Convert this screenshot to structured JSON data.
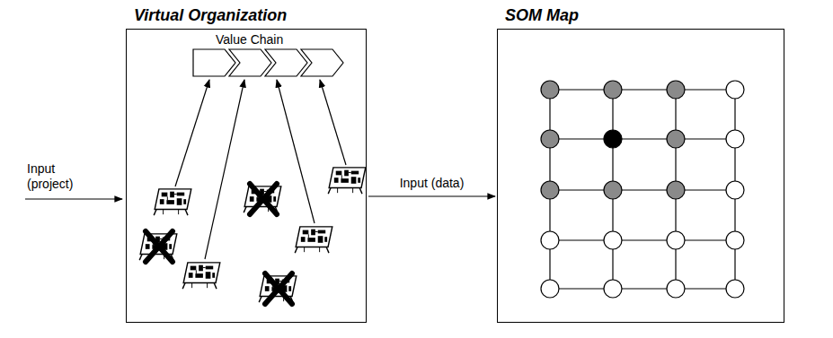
{
  "diagram": {
    "nodes": [
      {
        "text": [
          "Virtual Organization"
        ]
      },
      {
        "text": [
          "SOM Map"
        ]
      }
    ],
    "edges": [
      {
        "from": 0,
        "to": 1,
        "arrow": "to",
        "label": "Input (data)"
      }
    ],
    "labels": [
      "Value Chain",
      "Input (project)"
    ]
  }
}
